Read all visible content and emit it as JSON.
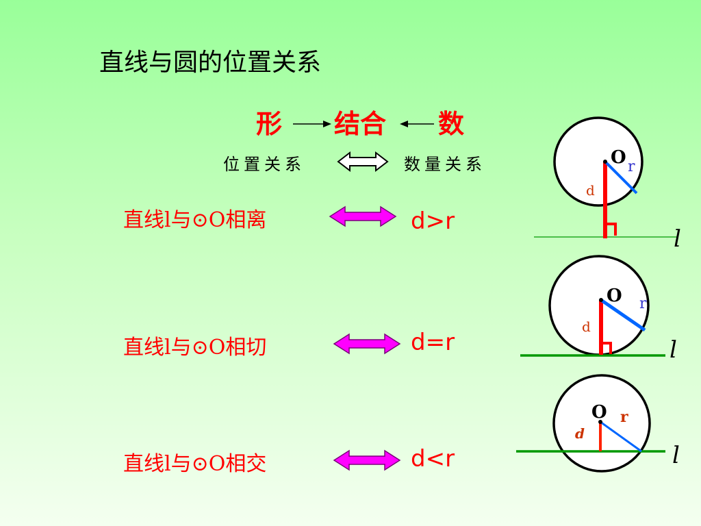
{
  "title": "直线与圆的位置关系",
  "header": {
    "shape": "形",
    "combine": "结合",
    "number": "数",
    "position_relation": "位置关系",
    "quantity_relation": "数量关系"
  },
  "relations": [
    {
      "label": "直线l与⊙O相离",
      "condition": "d>r"
    },
    {
      "label": "直线l与⊙O相切",
      "condition": "d=r"
    },
    {
      "label": "直线l与⊙O相交",
      "condition": "d<r"
    }
  ],
  "diagrams": [
    {
      "center": "O",
      "radius": "r",
      "distance": "d",
      "line": "l"
    },
    {
      "center": "O",
      "radius": "r",
      "distance": "d",
      "line": "l"
    },
    {
      "center": "O",
      "radius": "r",
      "distance": "d",
      "line": "l"
    }
  ],
  "colors": {
    "text_red": "#ff0000",
    "arrow_magenta": "#ff00ff",
    "line_green": "#009900",
    "radius_blue": "#0066ff",
    "distance_red": "#ff2200"
  }
}
